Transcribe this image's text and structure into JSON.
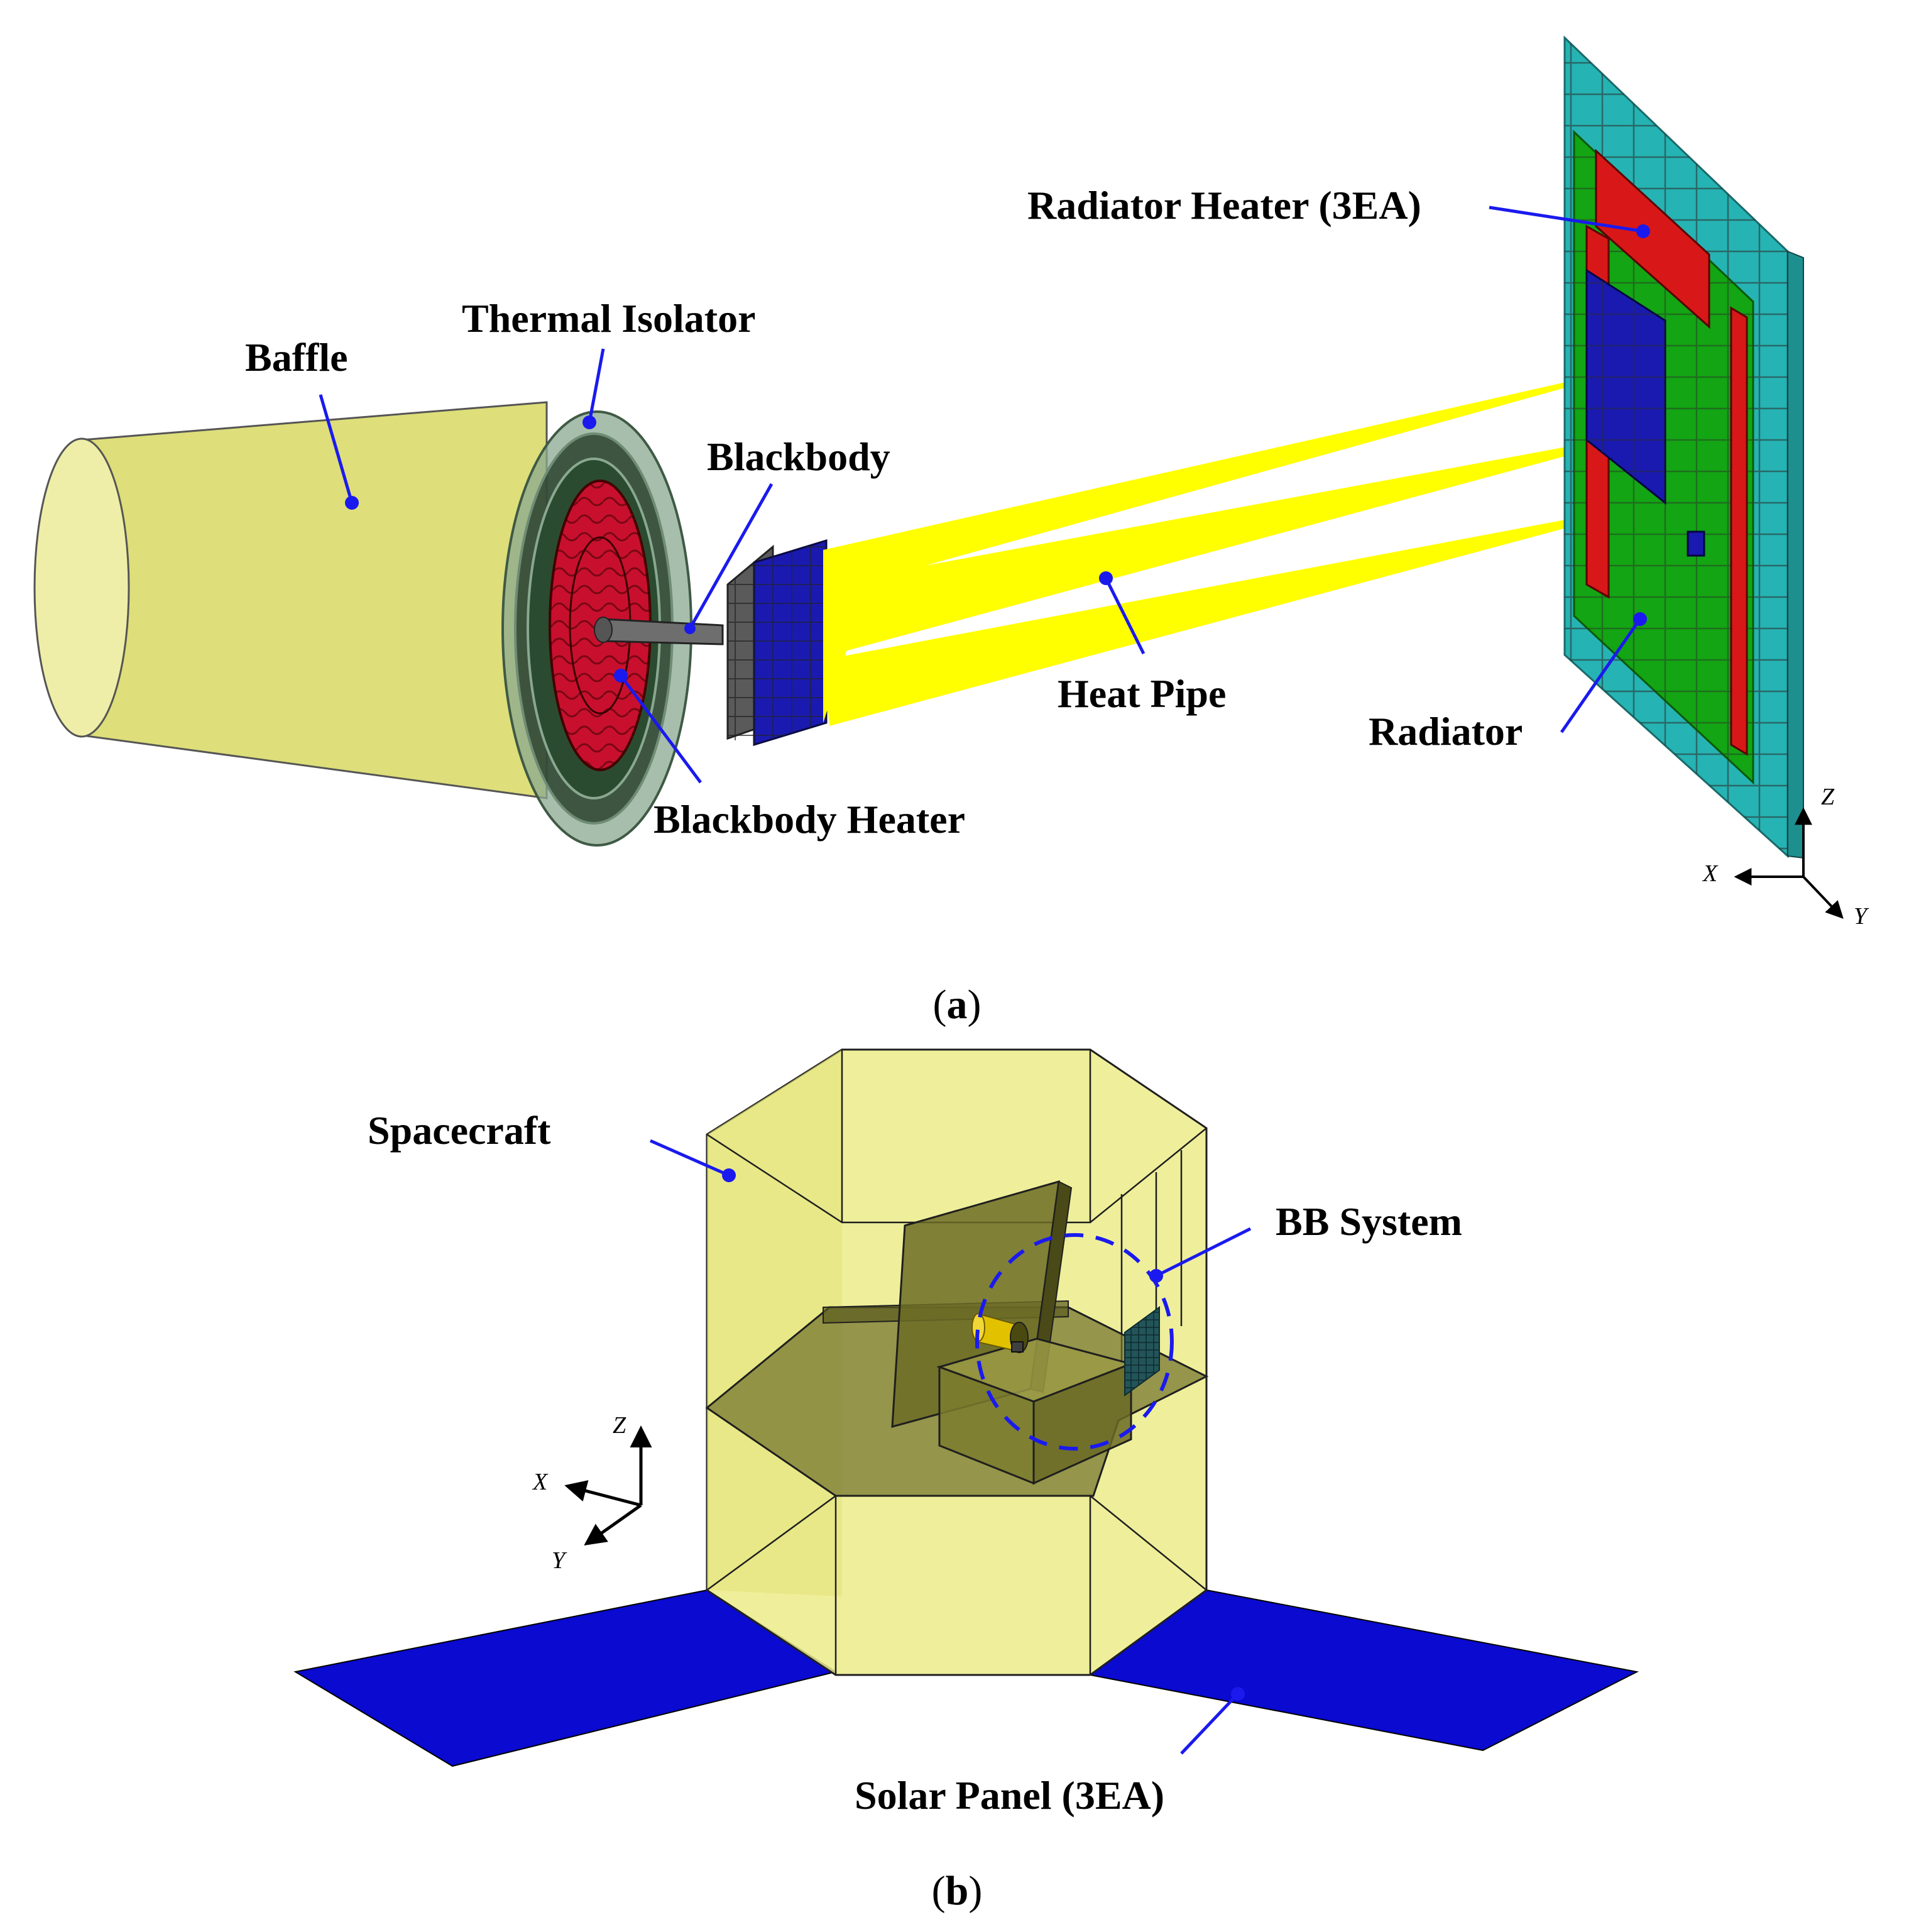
{
  "colors": {
    "leader": "#1a1aee",
    "baffle": "#dede7a",
    "heater_red": "#c8102e",
    "heat_pipe": "#ffff00",
    "radiator_teal": "#26b3b3",
    "radiator_green": "#13a513",
    "radiator_red": "#d81818",
    "radiator_blue": "#1a1ab0",
    "spacecraft": "#ecec8a",
    "solar_panel": "#0a0ad0"
  },
  "panel_a": {
    "labels": {
      "baffle": "Baffle",
      "thermal_isolator": "Thermal Isolator",
      "blackbody": "Blackbody",
      "blackbody_heater": "Blackbody Heater",
      "heat_pipe": "Heat Pipe",
      "radiator_heater": "Radiator Heater (3EA)",
      "radiator": "Radiator"
    },
    "axes": {
      "x": "X",
      "y": "Y",
      "z": "Z"
    },
    "caption_letter": "a"
  },
  "panel_b": {
    "labels": {
      "spacecraft": "Spacecraft",
      "bb_system": "BB System",
      "solar_panel": "Solar Panel (3EA)"
    },
    "axes": {
      "x": "X",
      "y": "Y",
      "z": "Z"
    },
    "caption_letter": "b"
  },
  "caption_parens": {
    "open": "(",
    "close": ")"
  }
}
